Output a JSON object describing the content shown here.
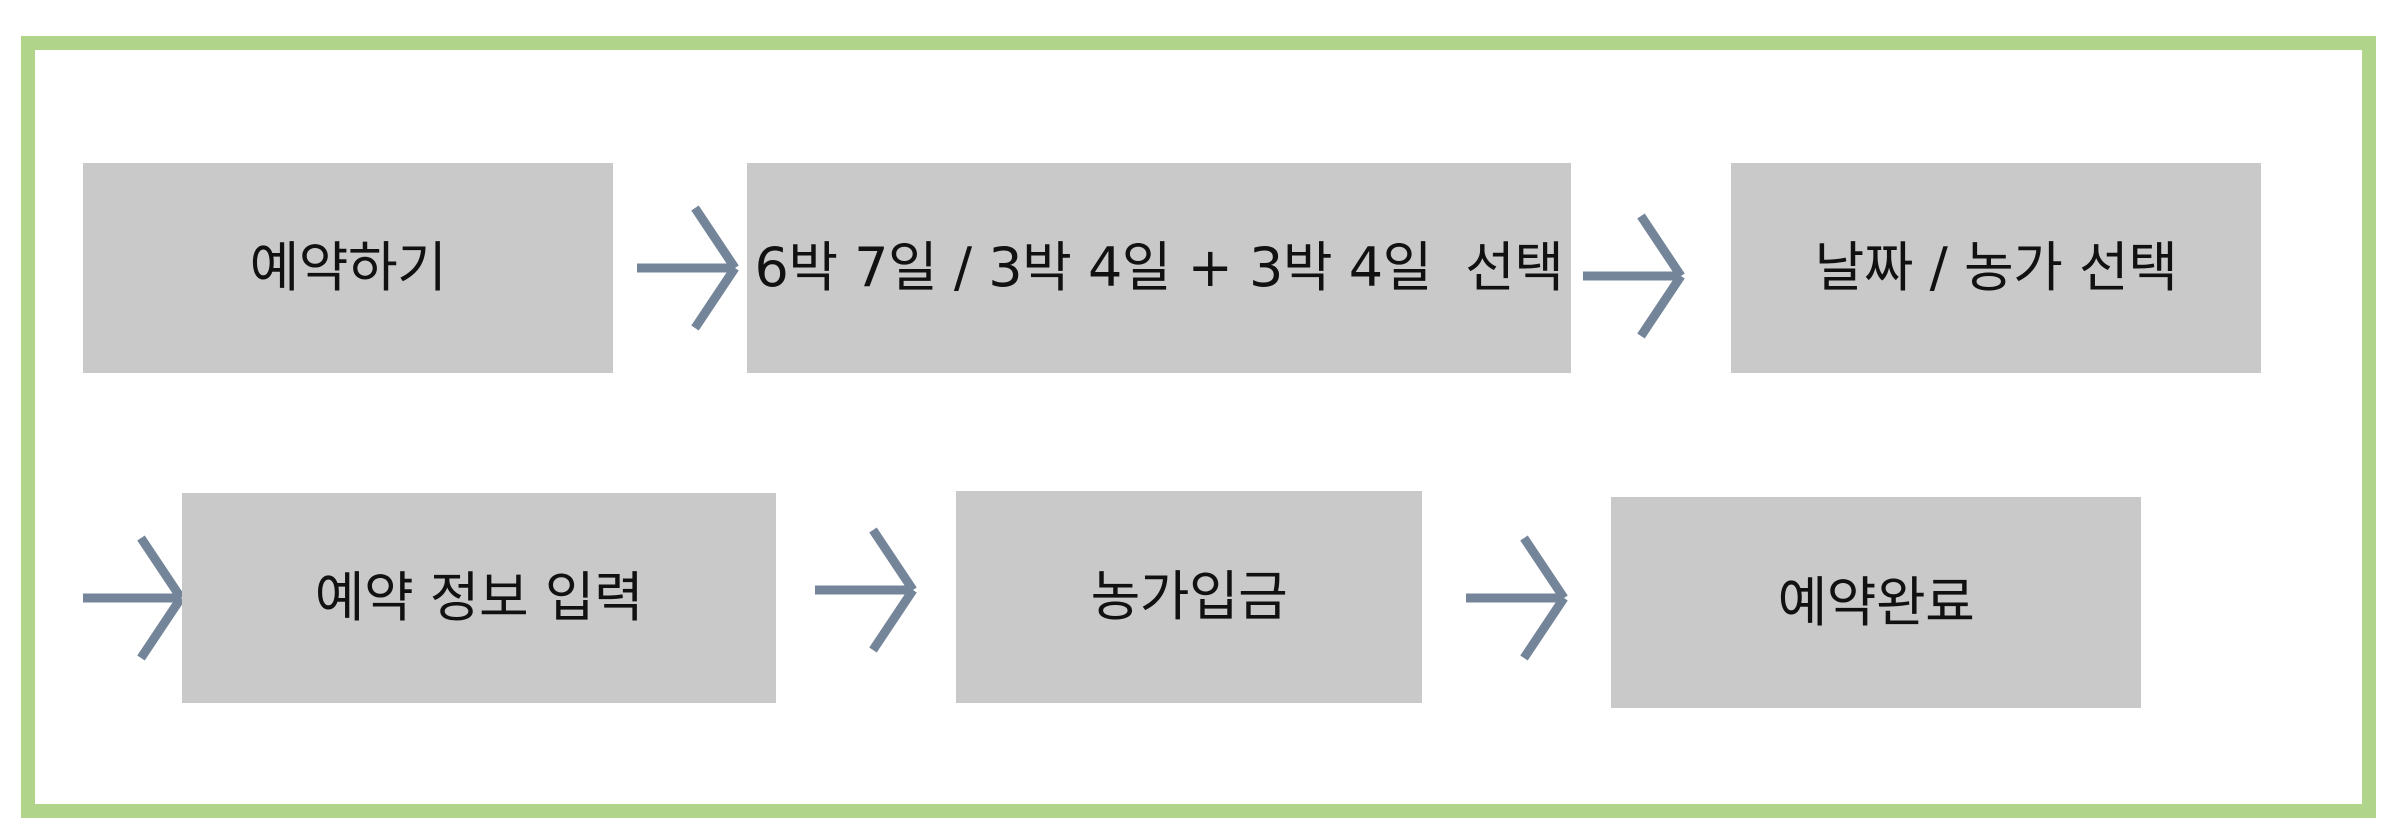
{
  "colors": {
    "frame_border": "#b1d48b",
    "box_fill": "#c9c9c9",
    "arrow": "#74859a",
    "text": "#111111"
  },
  "flow": {
    "steps": [
      {
        "label": "예약하기"
      },
      {
        "label": "6박 7일 / 3박 4일 + 3박 4일  선택"
      },
      {
        "label": "날짜 / 농가 선택"
      },
      {
        "label": "예약 정보 입력"
      },
      {
        "label": "농가입금"
      },
      {
        "label": "예약완료"
      }
    ],
    "arrow_icon": "right-arrow-icon"
  }
}
